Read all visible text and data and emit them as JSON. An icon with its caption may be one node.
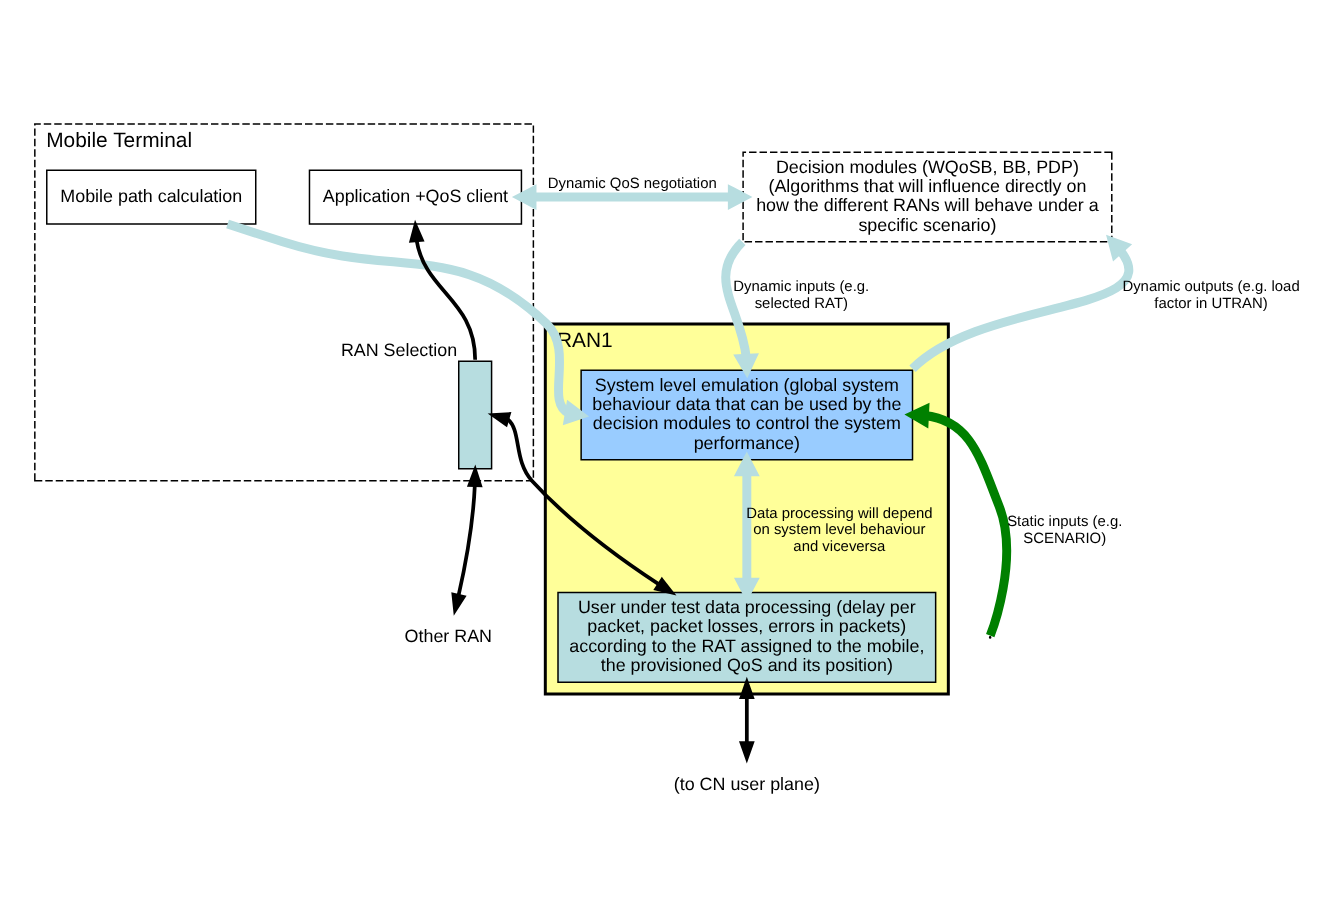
{
  "diagram": {
    "nodes": [
      {
        "text": [
          "Mobile Terminal"
        ]
      },
      {
        "text": [
          "Application +QoS client"
        ],
        "in": 0
      },
      {
        "text": [
          "Decision modules (WQoSB, BB, PDP)",
          "(Algorithms that will influence directly on how the different RANs will behave under a specific scenario)"
        ]
      },
      {
        "text": [
          "Mobile path calculation"
        ],
        "in": 0
      },
      {
        "text": [
          "RAN1"
        ]
      },
      {
        "text": [
          "System level emulation (global system behaviour data that can be used by the decision modules to control the system performance)"
        ],
        "in": 4
      },
      {
        "text": [
          "User under test data processing (delay per packet, packet losses, errors in packets) according to the RAT assigned to the mobile, the provisioned QoS and its position)"
        ],
        "in": 4
      },
      {
        "text": [],
        "shape": "bar",
        "beside": [
          "RAN Selection"
        ],
        "in": 0
      },
      {
        "text": [
          "Other RAN"
        ]
      },
      {
        "text": [
          "(to CN user plane)"
        ]
      }
    ],
    "edges": [
      {
        "from": 1,
        "to": 2,
        "arrow": "both",
        "label": "Dynamic QoS negotiation"
      },
      {
        "from": 2,
        "to": 5,
        "arrow": "to",
        "label": "Dynamic inputs (e.g. selected RAT)"
      },
      {
        "from": 5,
        "to": 2,
        "arrow": "to",
        "label": "Dynamic outputs (e.g. load factor in UTRAN)"
      },
      {
        "from": 3,
        "to": 5,
        "arrow": "to"
      },
      {
        "from": 5,
        "to": 6,
        "arrow": "both",
        "label": "Data processing will depend on system level behaviour and viceversa"
      },
      {
        "from": 7,
        "to": 1,
        "arrow": "to",
        "color": "#000000"
      },
      {
        "from": 7,
        "to": 6,
        "arrow": "both",
        "color": "#000000"
      },
      {
        "from": 7,
        "to": 8,
        "arrow": "both",
        "color": "#000000"
      },
      {
        "from": 6,
        "to": 9,
        "arrow": "both",
        "color": "#000000"
      },
      {
        "from": null,
        "to": 5,
        "arrow": "to",
        "label": "Static inputs (e.g. SCENARIO)",
        "color": "#008000"
      }
    ]
  }
}
